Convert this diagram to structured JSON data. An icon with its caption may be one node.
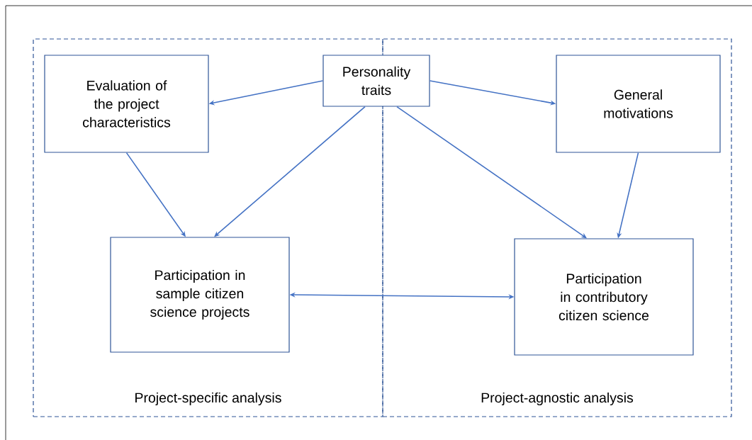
{
  "diagram": {
    "nodes": [
      {
        "text": [
          "Project-specific analysis"
        ]
      },
      {
        "text": [
          "Project-agnostic analysis"
        ]
      },
      {
        "text": [
          "Personality traits"
        ]
      },
      {
        "text": [
          "Evaluation of the project characteristics"
        ],
        "in": 0
      },
      {
        "text": [
          "General motivations"
        ],
        "in": 1
      },
      {
        "text": [
          "Participation in sample citizen science projects"
        ],
        "in": 0
      },
      {
        "text": [
          "Participation in contributory citizen science"
        ],
        "in": 1
      }
    ],
    "edges": [
      {
        "from": 2,
        "to": 3,
        "arrow": "to"
      },
      {
        "from": 2,
        "to": 4,
        "arrow": "to"
      },
      {
        "from": 2,
        "to": 5,
        "arrow": "to"
      },
      {
        "from": 2,
        "to": 6,
        "arrow": "to"
      },
      {
        "from": 3,
        "to": 5,
        "arrow": "to"
      },
      {
        "from": 4,
        "to": 6,
        "arrow": "to"
      },
      {
        "from": 5,
        "to": 6,
        "arrow": "both"
      }
    ]
  }
}
